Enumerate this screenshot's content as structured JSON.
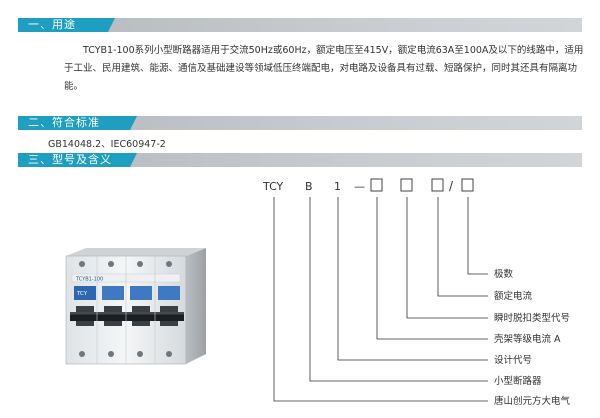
{
  "sections": [
    {
      "title": "一、用途"
    },
    {
      "title": "二、符合标准"
    },
    {
      "title": "三、型号及含义"
    }
  ],
  "usage": {
    "text": "TCYB1-100系列小型断路器适用于交流50Hz或60Hz，额定电压至415V，额定电流63A至100A及以下的线路中，适用于工业、民用建筑、能源、通信及基础建设等领域低压终端配电，对电路及设备具有过载、短路保护，同时其还具有隔离功能。"
  },
  "standards": {
    "text": "GB14048.2、IEC60947-2"
  },
  "model": {
    "code_parts": [
      "TCY",
      "B",
      "1",
      "—",
      "□",
      "□",
      "□",
      "/",
      "□"
    ],
    "meanings": [
      "极数",
      "额定电流",
      "瞬时脱扣类型代号",
      "壳架等级电流 A",
      "设计代号",
      "小型断路器",
      "唐山创元方大电气"
    ]
  },
  "product_image": {
    "label": "TCYB1-100",
    "brand": "TCY"
  },
  "colors": {
    "section_accent": "#1e9ec0",
    "section_bar": "#c8ccd0",
    "line": "#333333"
  }
}
